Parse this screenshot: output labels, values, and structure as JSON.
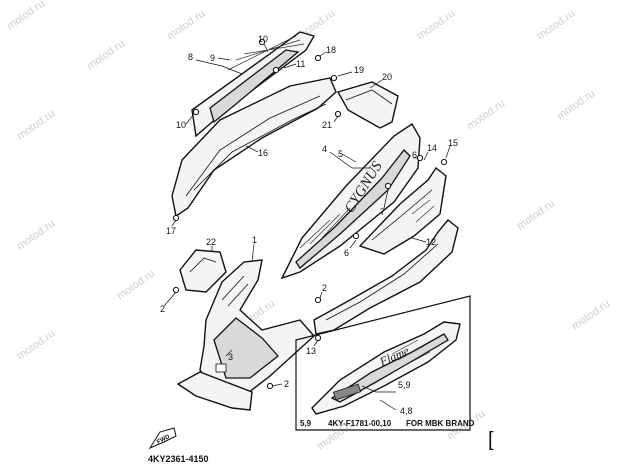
{
  "watermark": "motod.ru",
  "brand_decal": "CYGNUS",
  "inset": {
    "callouts": [
      "5,9",
      "4,8"
    ],
    "footer_refs": "5,9",
    "footer_code": "4KY-F1781-00,10",
    "footer_note": "FOR MBK BRAND",
    "decal_text": "Flame"
  },
  "fwd_label": "FWD",
  "diagram_code": "4KY2361-4150",
  "corner_mark": "[",
  "callouts": {
    "c1": "1",
    "c2a": "2",
    "c2b": "2",
    "c2c": "2",
    "c3": "3",
    "c4": "4",
    "c5": "5",
    "c6a": "6",
    "c6b": "6",
    "c7": "7",
    "c8": "8",
    "c9": "9",
    "c10a": "10",
    "c10b": "10",
    "c11": "11",
    "c12": "12",
    "c13": "13",
    "c14": "14",
    "c15": "15",
    "c16": "16",
    "c17": "17",
    "c18": "18",
    "c19": "19",
    "c20": "20",
    "c21": "21",
    "c22": "22"
  }
}
